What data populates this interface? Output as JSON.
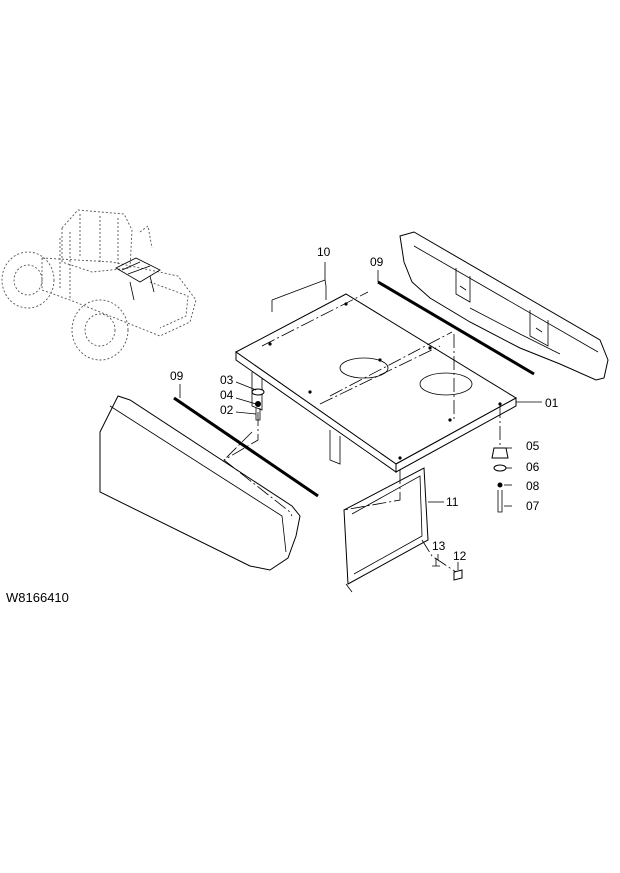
{
  "drawing_code": "W8166410",
  "part_labels": {
    "p01": "01",
    "p02": "02",
    "p03": "03",
    "p04": "04",
    "p05": "05",
    "p06": "06",
    "p07": "07",
    "p08": "08",
    "p09_right": "09",
    "p09_left": "09",
    "p10": "10",
    "p11": "11",
    "p12": "12",
    "p13": "13"
  }
}
